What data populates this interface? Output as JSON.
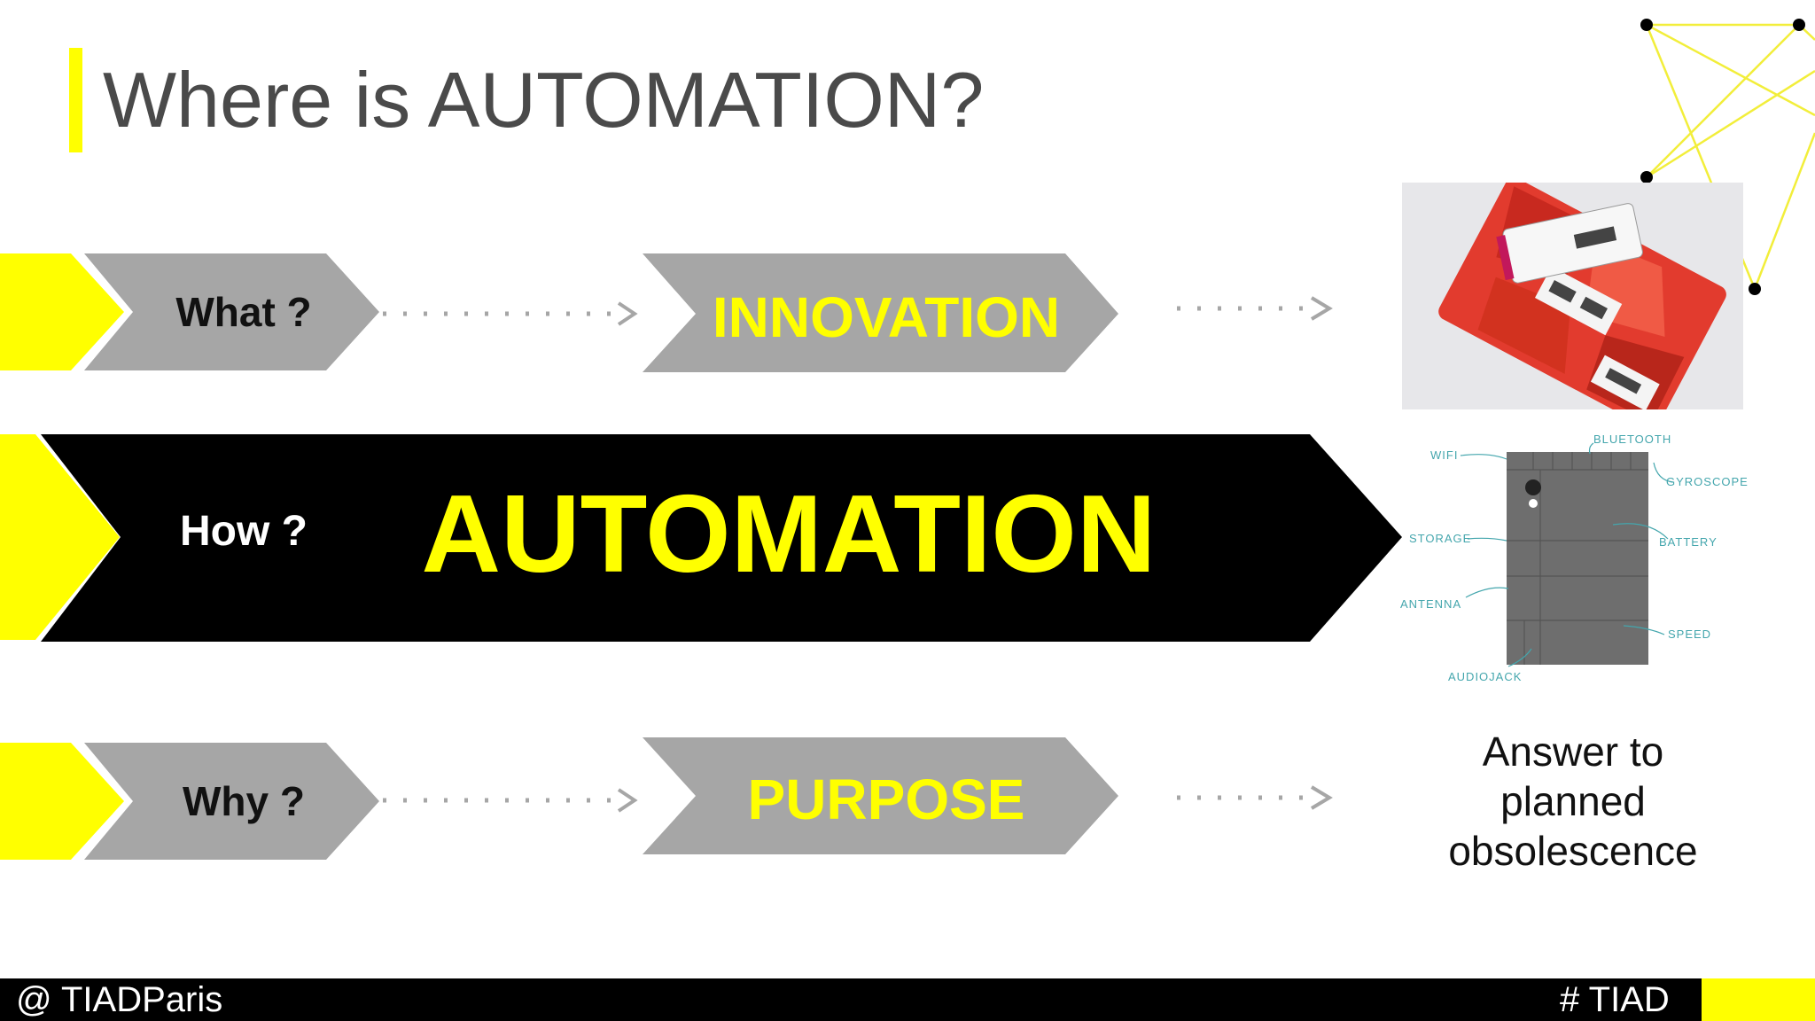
{
  "slide": {
    "title": "Where is AUTOMATION?"
  },
  "rows": {
    "what_label": "What ?",
    "what_result": "INNOVATION",
    "how_label": "How ?",
    "how_result": "AUTOMATION",
    "why_label": "Why ?",
    "why_result": "PURPOSE"
  },
  "diagram": {
    "labels": {
      "bluetooth": "BLUETOOTH",
      "wifi": "WIFI",
      "gyroscope": "GYROSCOPE",
      "storage": "STORAGE",
      "battery": "BATTERY",
      "antenna": "ANTENNA",
      "speed": "SPEED",
      "audiojack": "AUDIOJACK"
    }
  },
  "answer": {
    "line1": "Answer to",
    "line2": "planned",
    "line3": "obsolescence"
  },
  "footer": {
    "left": "@ TIADParis",
    "right": "# TIAD"
  },
  "colors": {
    "accent": "#ffff00",
    "chevron_gray": "#a6a6a6",
    "black": "#000000",
    "title": "#4a4a4a"
  }
}
